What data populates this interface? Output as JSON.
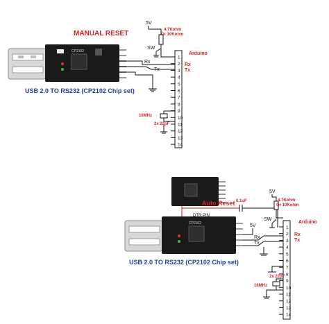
{
  "top": {
    "title": "MANUAL RESET",
    "caption": "USB 2.0 TO RS232 (CP2102 Chip set)",
    "vcc": "5V",
    "resistor_line1": "4.7Kohm",
    "resistor_line2": "Or 10Kohm",
    "switch": "SW",
    "chip": "Arduino",
    "rx": "Rx",
    "tx": "Tx",
    "crystal": "16MHz",
    "caps": "2x 22pF",
    "pins": [
      "1",
      "2",
      "3",
      "4",
      "5",
      "6",
      "7",
      "8",
      "9",
      "10",
      "11",
      "12",
      "13",
      "14"
    ],
    "pin_rx": "Rx",
    "pin_tx": "Tx"
  },
  "bottom": {
    "title": "Auto Reset",
    "dtr": "DTR PIN",
    "cap": "0.1uF",
    "caption": "USB 2.0 TO RS232 (CP2102 Chip set)",
    "vcc_r": "5V",
    "resistor_line1": "4.7Kohm",
    "resistor_line2": "Or 10Kohm",
    "switch": "SW",
    "vcc_small": "5V",
    "chip": "Arduino",
    "rx": "Rx",
    "tx": "Tx",
    "crystal": "16MHz",
    "caps": "2x 22pF",
    "pins": [
      "1",
      "2",
      "3",
      "4",
      "5",
      "6",
      "7",
      "8",
      "9",
      "10",
      "11",
      "12",
      "13",
      "14"
    ],
    "pin_rx": "Rx",
    "pin_tx": "Tx"
  },
  "board_labels": {
    "top_chip": "CP2102",
    "bottom_chip": "CP2102"
  },
  "colors": {
    "board": "#1a1a1a",
    "usb_metal": "#d9d9d9",
    "label_red": "#d42020",
    "label_blue": "#1f3fa0"
  }
}
